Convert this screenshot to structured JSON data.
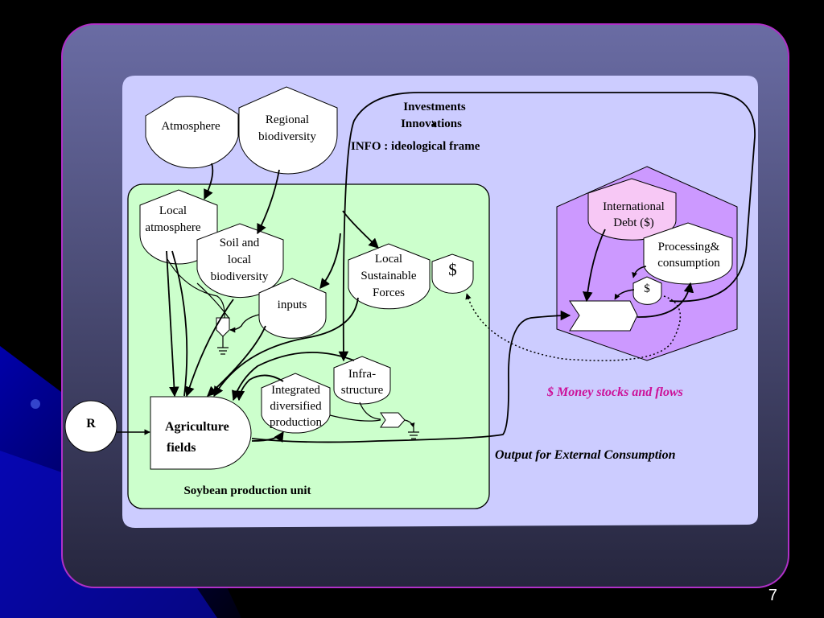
{
  "slide": {
    "page_number": "7"
  },
  "nodes": {
    "atmosphere": "Atmosphere",
    "regional_biodiversity": [
      "Regional",
      "biodiversity"
    ],
    "local_atmosphere": [
      "Local",
      "atmosphere"
    ],
    "soil_biodiversity": [
      "Soil and",
      "local",
      "biodiversity"
    ],
    "inputs": "inputs",
    "local_sustainable_forces": [
      "Local",
      "Sustainable",
      "Forces"
    ],
    "dollar_source": "$",
    "infrastructure": [
      "Infra-",
      "structure"
    ],
    "integrated_production": [
      "Integrated",
      "diversified",
      "production"
    ],
    "agriculture_fields": [
      "Agriculture",
      "fields"
    ],
    "r_source": "R",
    "international_debt": [
      "International",
      "Debt ($)"
    ],
    "processing_consumption": [
      "Processing&",
      "consumption"
    ],
    "dollar_small": "$"
  },
  "labels": {
    "investments": "Investments",
    "innovations": "Innovations",
    "info": "INFO : ideological frame",
    "soybean_unit": "Soybean production unit",
    "money_flows": "$  Money stocks and flows",
    "output_external": "Output for External Consumption"
  },
  "colors": {
    "background": "#000000",
    "panel_outer": "#5e5f93",
    "panel_inner": "#ccccff",
    "production_unit": "#ccffcc",
    "hexagon": "#cc99ff",
    "debt_node": "#f7c8f5",
    "money_label": "#cc1199",
    "border_magenta": "#b030c8"
  }
}
